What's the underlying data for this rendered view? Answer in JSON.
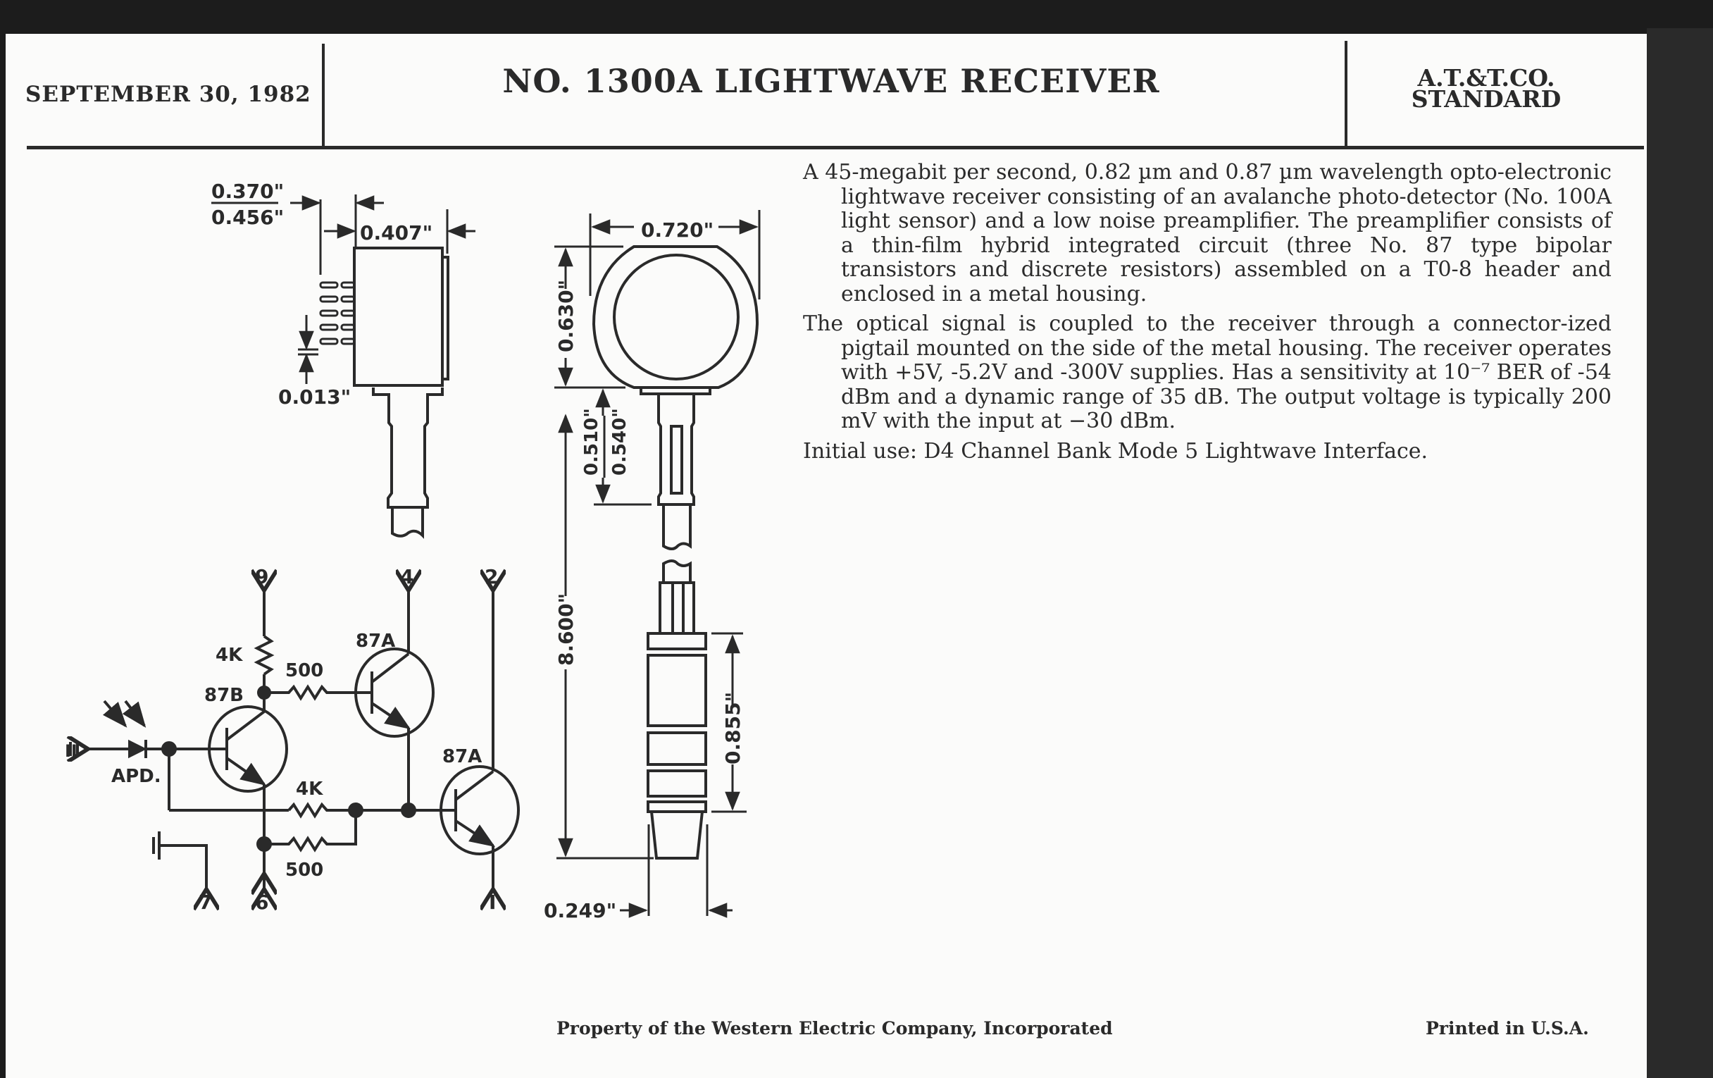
{
  "header": {
    "date": "SEPTEMBER 30, 1982",
    "title": "NO. 1300A LIGHTWAVE RECEIVER",
    "standard_line1": "A.T.&T.CO.",
    "standard_line2": "STANDARD"
  },
  "description": {
    "paragraphs": [
      "A 45-megabit per second, 0.82 µm and 0.87 µm wavelength opto-electronic lightwave receiver consisting of an avalanche photo-detector (No. 100A light sensor) and a low noise preamplifier. The preamplifier consists of a thin-film hybrid integrated circuit (three No. 87 type bipolar transistors and discrete resistors) assembled on a T0-8 header and enclosed in a metal housing.",
      "The optical signal is coupled to the receiver through a connector-ized pigtail mounted on the side of the metal housing. The receiver operates with +5V, -5.2V and -300V supplies. Has a sensitivity at 10⁻⁷ BER of -54 dBm and a dynamic range of 35 dB. The output voltage is typically 200 mV with the input at −30 dBm.",
      "Initial use: D4 Channel Bank Mode 5 Lightwave Interface."
    ]
  },
  "side_view": {
    "dim_lead_offset_min": "0.370\"",
    "dim_lead_offset_max": "0.456\"",
    "dim_body_width": "0.407\"",
    "dim_lead_thickness": "0.013\""
  },
  "front_view": {
    "dim_width": "0.720\"",
    "dim_housing_height": "0.630\"",
    "dim_stem_min": "0.510\"",
    "dim_stem_max": "0.540\"",
    "dim_total_length": "8.600\"",
    "dim_connector_length": "0.855\"",
    "dim_tip_diameter": "0.249\""
  },
  "schematic": {
    "pins": {
      "p9": "9",
      "p4": "4",
      "p2": "2",
      "p7": "7",
      "p6": "6",
      "p1": "I",
      "p11": "II"
    },
    "apd_label": "APD.",
    "q1_label": "87B",
    "q2_label": "87A",
    "q3_label": "87A",
    "r_collector": "4K",
    "r_base": "500",
    "r_feedback": "4K",
    "r_emitter": "500"
  },
  "footer": {
    "property": "Property of the Western Electric Company, Incorporated",
    "printed": "Printed in U.S.A."
  }
}
